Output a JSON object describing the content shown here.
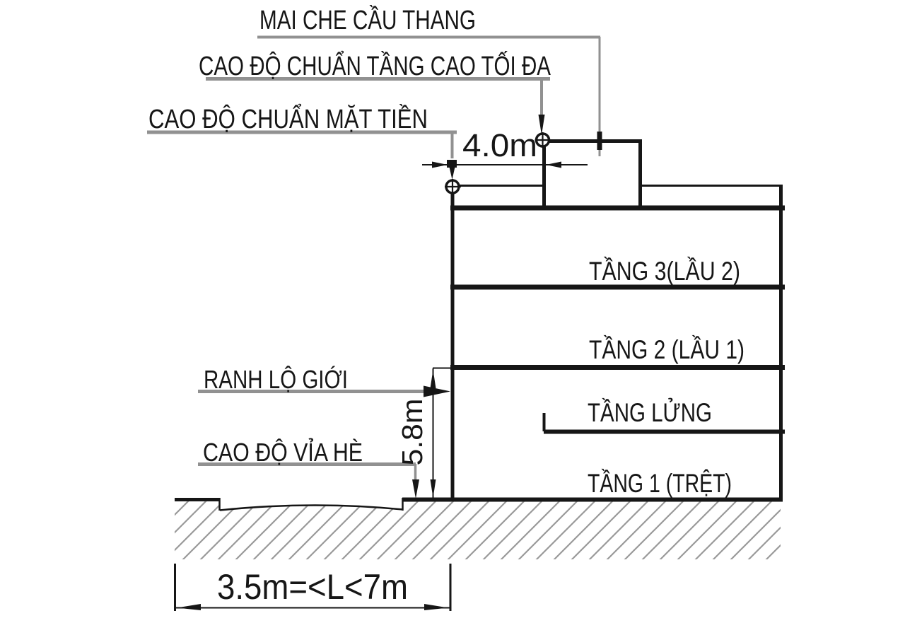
{
  "colors": {
    "line": "#161616",
    "leader_gray": "#919191",
    "hatch_gray": "#999999",
    "background": "#ffffff"
  },
  "callouts": {
    "stair_cover": "MAI CHE CẦU THANG",
    "max_floor_height": "CAO ĐỘ CHUẨN TẦNG CAO TỐI ĐA",
    "facade_standard": "CAO ĐỘ CHUẨN MẶT TIỀN",
    "road_boundary": "RANH LỘ GIỚI",
    "sidewalk_elevation": "CAO ĐỘ VỈA HÈ"
  },
  "dimensions": {
    "stair_cover_setback": "4.0m",
    "facade_height": "5.8m",
    "road_width_range": "3.5m=<L<7m"
  },
  "floors": [
    "TẦNG 3(LẦU 2)",
    "TẦNG 2 (LẦU 1)",
    "TẦNG LỬNG",
    "TẦNG 1 (TRỆT)"
  ]
}
